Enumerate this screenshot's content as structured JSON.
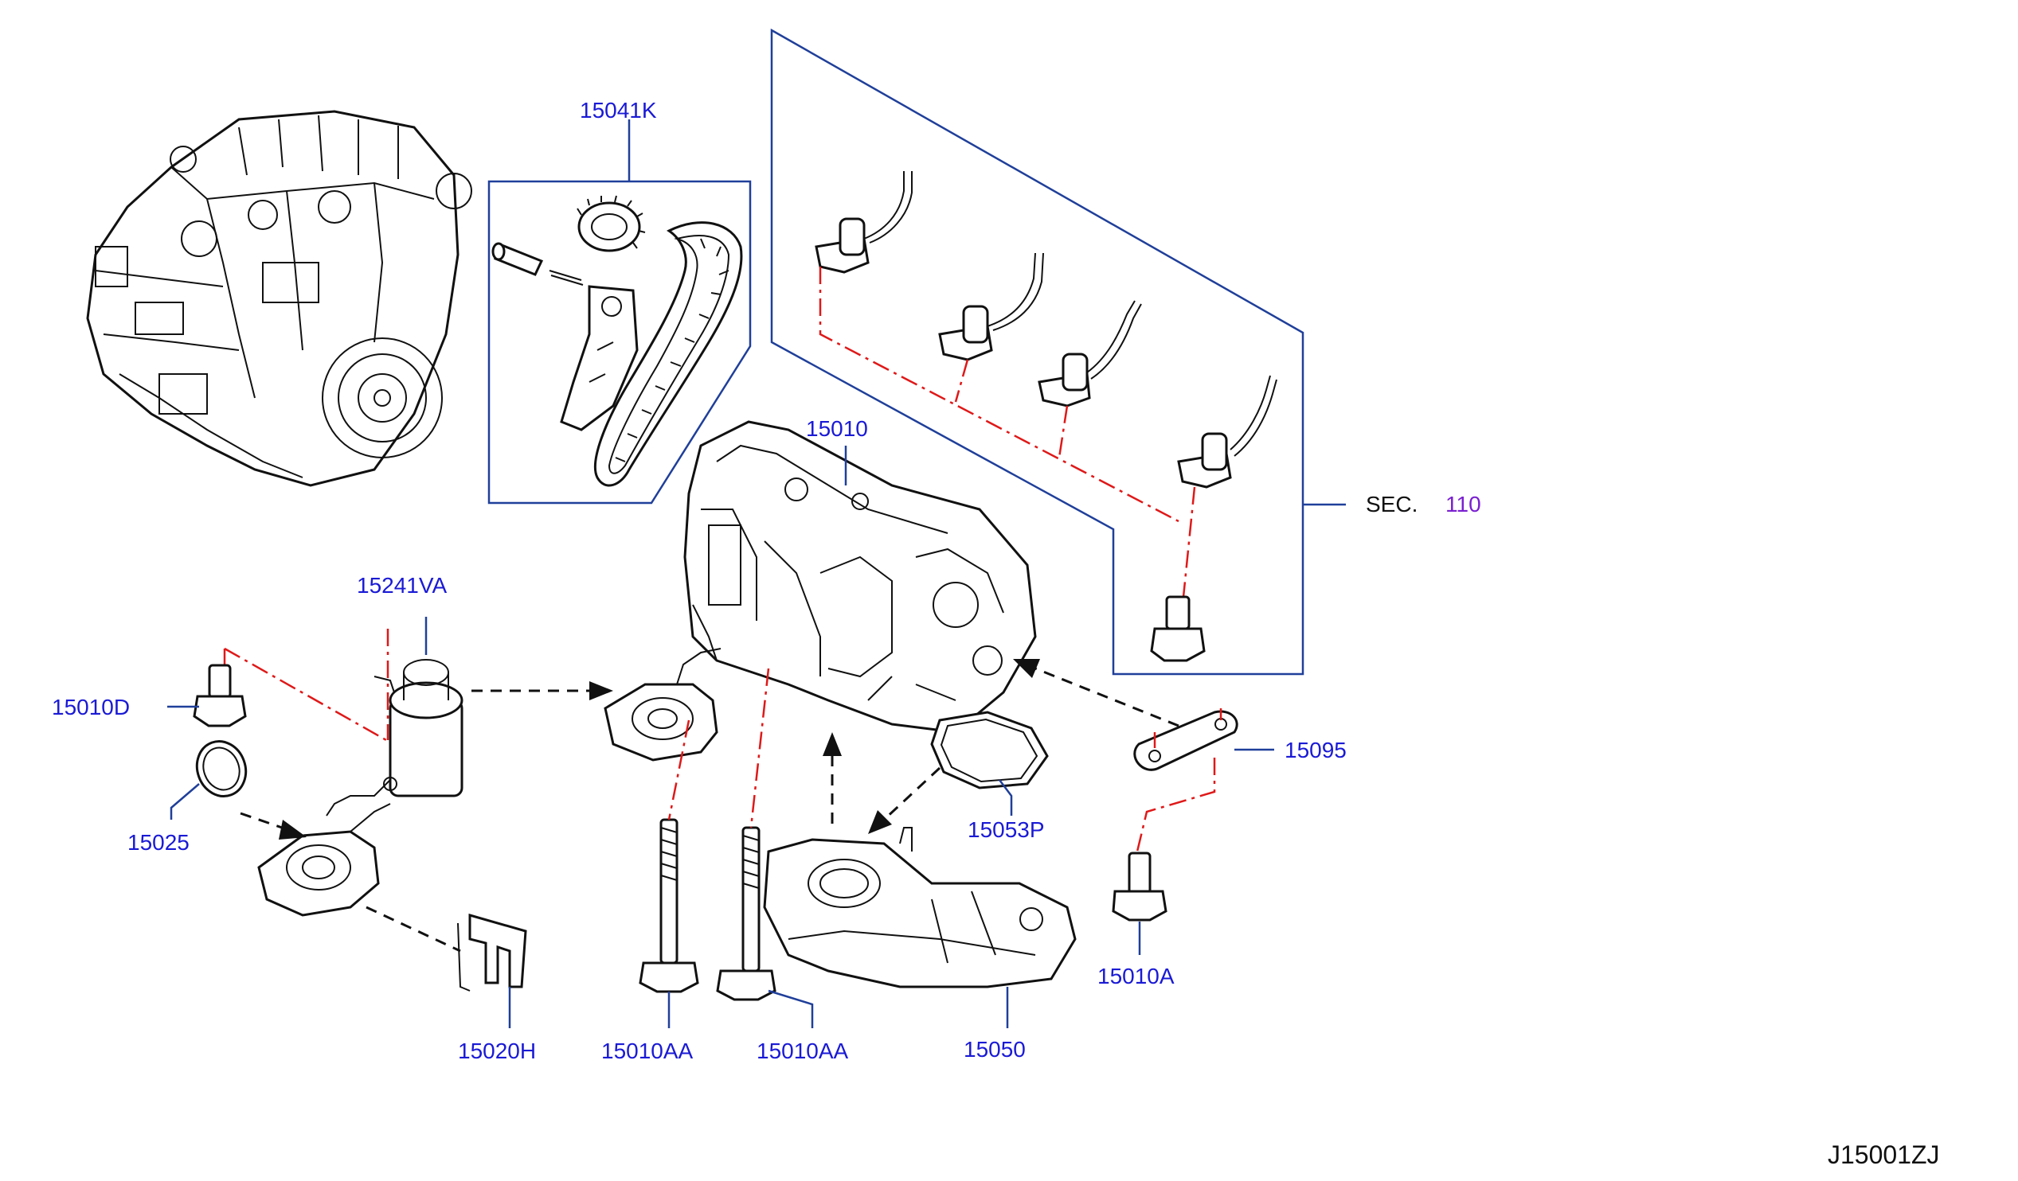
{
  "diagram": {
    "code": "J15001ZJ",
    "section": {
      "prefix": "SEC.",
      "number": "110"
    },
    "parts": {
      "p15041K": "15041K",
      "p15010": "15010",
      "p15241VA": "15241VA",
      "p15010D": "15010D",
      "p15025": "15025",
      "p15020H": "15020H",
      "p15010AA_a": "15010AA",
      "p15010AA_b": "15010AA",
      "p15050": "15050",
      "p15053P": "15053P",
      "p15095": "15095",
      "p15010A": "15010A"
    },
    "colors": {
      "label": "#1a1ad6",
      "leader": "#1f3f9a",
      "phantom": "#e01818",
      "section_number": "#7a1fd0"
    }
  }
}
